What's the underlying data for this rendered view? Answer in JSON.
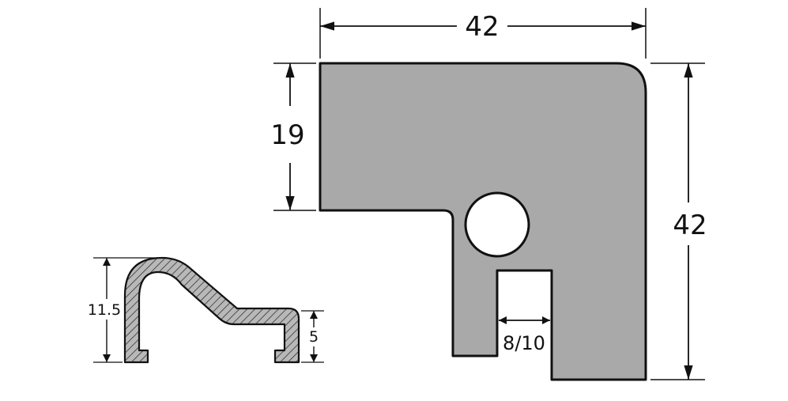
{
  "diagram": {
    "profile_dimensions": {
      "top_width": "42",
      "right_height": "42",
      "left_height": "19",
      "slot_width": "8/10"
    },
    "clip_dimensions": {
      "height": "11.5",
      "lip_height": "5"
    },
    "colors": {
      "profile_fill": "#a9a9a9",
      "outline": "#111111",
      "hatch_fill": "#b8b8b8",
      "hatch_line": "#333333",
      "background": "#ffffff"
    }
  }
}
